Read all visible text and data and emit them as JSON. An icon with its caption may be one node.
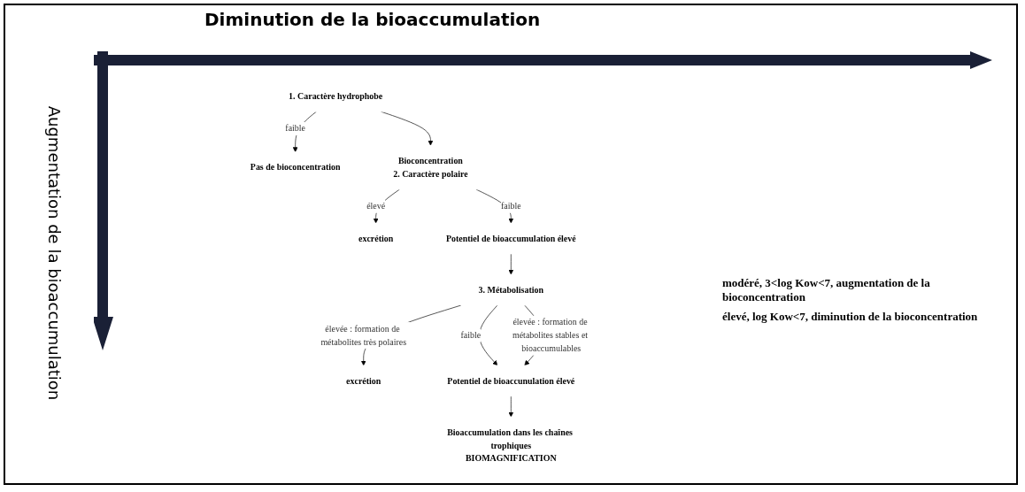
{
  "diagram": {
    "nodes": [
      {
        "text": [
          "1. Caractère hydrophobe"
        ]
      },
      {
        "text": [
          "Pas de bioconcentration"
        ]
      },
      {
        "text": [
          "Bioconcentration",
          "2. Caractère polaire"
        ]
      },
      {
        "text": [
          "excrétion"
        ]
      },
      {
        "text": [
          "Potentiel de bioaccumulation élevé"
        ]
      },
      {
        "text": [
          "3. Métabolisation"
        ]
      },
      {
        "text": [
          "excrétion"
        ]
      },
      {
        "text": [
          "Potentiel de bioaccunulation élevé"
        ]
      },
      {
        "text": [
          "Bioaccumulation dans les chaînes trophiques",
          "BIOMAGNIFICATION"
        ]
      }
    ],
    "edges": [
      {
        "from": 0,
        "to": 1,
        "arrow": "to",
        "label": "faible"
      },
      {
        "from": 0,
        "to": 2,
        "arrow": "to"
      },
      {
        "from": 2,
        "to": 3,
        "arrow": "to",
        "label": "élevé"
      },
      {
        "from": 2,
        "to": 4,
        "arrow": "to",
        "label": "faible"
      },
      {
        "from": 4,
        "to": 5,
        "arrow": "to"
      },
      {
        "from": 5,
        "to": 6,
        "arrow": "to",
        "label": "élevée : formation de métabolites très polaires"
      },
      {
        "from": 5,
        "to": 7,
        "arrow": "to",
        "label": "faible"
      },
      {
        "from": 5,
        "to": 7,
        "arrow": "to",
        "label": "élevée : formation de métabolites stables et bioaccumulables"
      },
      {
        "from": 7,
        "to": 8,
        "arrow": "to"
      }
    ],
    "labels": [
      "Diminution de la bioaccumulation",
      "Augmentation de la bioaccumulation",
      "modéré, 3<log Kow<7, augmentation de la bioconcentration",
      "élevé, log Kow<7, diminution de la bioconcentration"
    ]
  }
}
